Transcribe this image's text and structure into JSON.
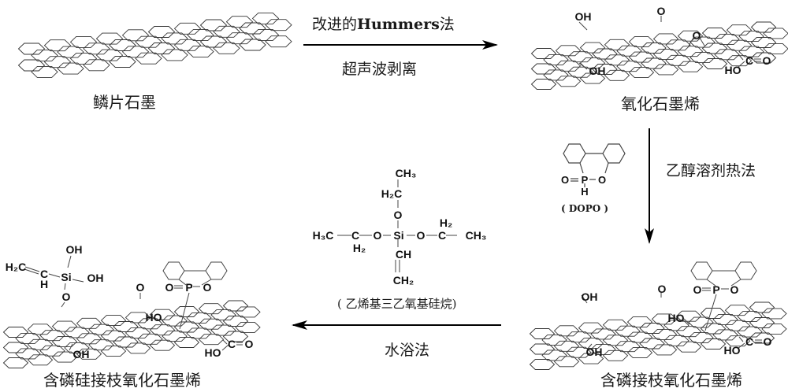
{
  "diagram": {
    "title": "含磷硅接枝氧化石墨烯制备流程",
    "nodes": {
      "flake_graphite": {
        "label": "鳞片石墨"
      },
      "graphene_oxide": {
        "label": "氧化石墨烯",
        "groups": {
          "hydroxyl_top": "OH",
          "hydroxyl_bottom": "OH",
          "carbonyl": "O",
          "epoxy": "O",
          "carboxyl_c": "C",
          "carboxyl_o": "O",
          "carboxyl_ho": "HO"
        }
      },
      "p_grafted_go": {
        "label": "含磷接枝氧化石墨烯",
        "groups": {
          "hydroxyl_top": "OH",
          "hydroxyl_bottom": "OH",
          "carbonyl": "O",
          "ho": "HO",
          "p_o1": "O",
          "p": "P",
          "p_o2": "O",
          "carboxyl_c": "C",
          "carboxyl_o": "O",
          "carboxyl_ho": "HO"
        }
      },
      "p_si_grafted_go": {
        "label": "含磷硅接枝氧化石墨烯",
        "groups": {
          "h2c": "H₂C",
          "c": "C",
          "h": "H",
          "si": "Si",
          "oh1": "OH",
          "oh2": "OH",
          "o_link": "O",
          "carbonyl": "O",
          "ho": "HO",
          "p_o1": "O",
          "p": "P",
          "p_o2": "O",
          "hydroxyl_bottom": "OH",
          "carboxyl_c": "C",
          "carboxyl_o": "O",
          "carboxyl_ho": "HO"
        }
      }
    },
    "steps": {
      "step1": {
        "above": "改进的",
        "above_bold": "Hummers",
        "above_suffix": "法",
        "below": "超声波剥离",
        "direction": "right"
      },
      "step2": {
        "reagent_name": "( DOPO )",
        "side": "乙醇溶剂热法",
        "direction": "down",
        "reagent_atoms": {
          "o_double": "O",
          "p": "P",
          "o_ring": "O",
          "h": "H"
        }
      },
      "step3": {
        "reagent_name": "( 乙烯基三乙氧基硅烷)",
        "below": "水浴法",
        "direction": "left",
        "reagent_atoms": {
          "ch3_top": "CH₃",
          "h2c_top": "H₂C",
          "o_top": "O",
          "h3c_left": "H₃C",
          "c_left": "C",
          "h2_left": "H₂",
          "o_left": "O",
          "si": "Si",
          "o_right": "O",
          "c_right": "C",
          "h2_right": "H₂",
          "ch3_right": "CH₃",
          "ch": "CH",
          "ch2": "CH₂"
        }
      }
    },
    "colors": {
      "line": "#333333",
      "arrow": "#000000",
      "text": "#1a1a1a"
    }
  }
}
